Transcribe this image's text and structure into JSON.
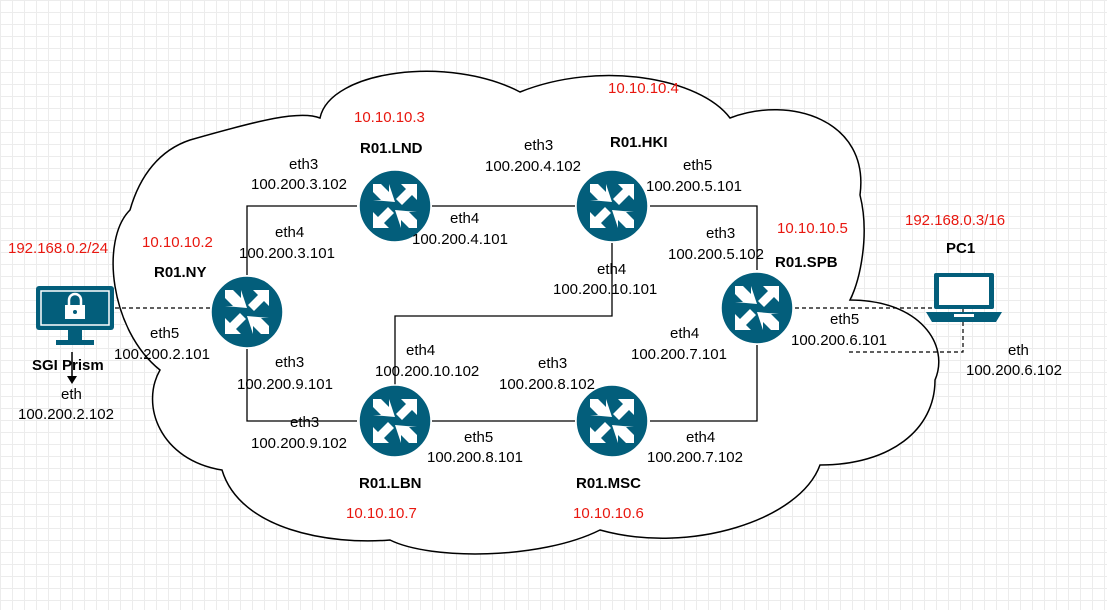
{
  "routers": [
    {
      "id": "ny",
      "name": "R01.NY",
      "loopback": "10.10.10.2"
    },
    {
      "id": "lnd",
      "name": "R01.LND",
      "loopback": "10.10.10.3"
    },
    {
      "id": "hki",
      "name": "R01.HKI",
      "loopback": "10.10.10.4"
    },
    {
      "id": "spb",
      "name": "R01.SPB",
      "loopback": "10.10.10.5"
    },
    {
      "id": "lbn",
      "name": "R01.LBN",
      "loopback": "10.10.10.7"
    },
    {
      "id": "msc",
      "name": "R01.MSC",
      "loopback": "10.10.10.6"
    }
  ],
  "hosts": [
    {
      "id": "sgi",
      "name": "SGI Prism",
      "network": "192.168.0.2/24",
      "iface": "eth",
      "ip": "100.200.2.102",
      "icon": "secure-workstation-icon"
    },
    {
      "id": "pc1",
      "name": "PC1",
      "network": "192.168.0.3/16",
      "iface": "eth",
      "ip": "100.200.6.102",
      "icon": "laptop-icon"
    }
  ],
  "interfaces": [
    {
      "id": "ny-eth4",
      "iface": "eth4",
      "ip": "100.200.3.101"
    },
    {
      "id": "ny-eth5",
      "iface": "eth5",
      "ip": "100.200.2.101"
    },
    {
      "id": "ny-eth3",
      "iface": "eth3",
      "ip": "100.200.9.101"
    },
    {
      "id": "lnd-eth3",
      "iface": "eth3",
      "ip": "100.200.3.102"
    },
    {
      "id": "lnd-eth4",
      "iface": "eth4",
      "ip": "100.200.4.101"
    },
    {
      "id": "hki-eth3",
      "iface": "eth3",
      "ip": "100.200.4.102"
    },
    {
      "id": "hki-eth5",
      "iface": "eth5",
      "ip": "100.200.5.101"
    },
    {
      "id": "hki-eth4",
      "iface": "eth4",
      "ip": "100.200.10.101"
    },
    {
      "id": "spb-eth3",
      "iface": "eth3",
      "ip": "100.200.5.102"
    },
    {
      "id": "spb-eth4",
      "iface": "eth4",
      "ip": "100.200.7.101"
    },
    {
      "id": "spb-eth5",
      "iface": "eth5",
      "ip": "100.200.6.101"
    },
    {
      "id": "lbn-eth4",
      "iface": "eth4",
      "ip": "100.200.10.102"
    },
    {
      "id": "lbn-eth3",
      "iface": "eth3",
      "ip": "100.200.9.102"
    },
    {
      "id": "lbn-eth5",
      "iface": "eth5",
      "ip": "100.200.8.101"
    },
    {
      "id": "msc-eth3",
      "iface": "eth3",
      "ip": "100.200.8.102"
    },
    {
      "id": "msc-eth4",
      "iface": "eth4",
      "ip": "100.200.7.102"
    }
  ],
  "colors": {
    "router_fill": "#035e7b",
    "accent_red": "#e8170f",
    "device_fill": "#035e7b"
  }
}
